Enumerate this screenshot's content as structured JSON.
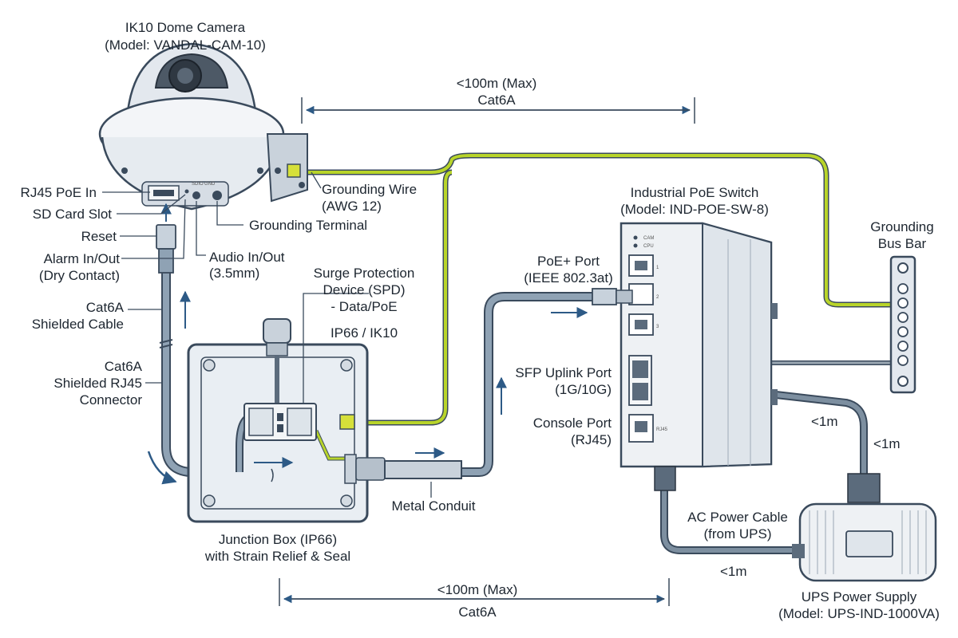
{
  "camera": {
    "title": "IK10 Dome Camera",
    "model": "(Model: VANDAL-CAM-10)",
    "ports": {
      "rj45": "RJ45 PoE In",
      "sd": "SD Card Slot",
      "reset": "Reset",
      "alarm_1": "Alarm In/Out",
      "alarm_2": "(Dry Contact)",
      "audio_1": "Audio In/Out",
      "audio_2": "(3.5mm)",
      "grounding_terminal": "Grounding Terminal"
    },
    "mini_labels": {
      "sd": "SDIO",
      "gnd": "GND"
    }
  },
  "grounding_wire": {
    "line1": "Grounding Wire",
    "line2": "(AWG 12)"
  },
  "top_dimension": {
    "line1": "<100m (Max)",
    "line2": "Cat6A"
  },
  "cable": {
    "line1": "Cat6A",
    "line2": "Shielded Cable",
    "connector_1": "Cat6A",
    "connector_2": "Shielded RJ45",
    "connector_3": "Connector"
  },
  "spd": {
    "line1": "Surge Protection",
    "line2": "Device (SPD)",
    "line3": "- Data/PoE",
    "rating": "IP66 / IK10"
  },
  "junction_box": {
    "line1": "Junction Box (IP66)",
    "line2": "with Strain Relief & Seal"
  },
  "conduit": "Metal Conduit",
  "bottom_dimension": {
    "line1": "<100m (Max)",
    "line2": "Cat6A"
  },
  "switch": {
    "title": "Industrial PoE Switch",
    "model": "(Model: IND-POE-SW-8)",
    "poe_port_1": "PoE+ Port",
    "poe_port_2": "(IEEE 802.3at)",
    "sfp_1": "SFP Uplink Port",
    "sfp_2": "(1G/10G)",
    "console_1": "Console Port",
    "console_2": "(RJ45)",
    "leds": [
      "CAM",
      "CPU"
    ],
    "port_numbers": [
      "1",
      "2",
      "3"
    ],
    "console_mini": "RJ45"
  },
  "bus_bar": {
    "line1": "Grounding",
    "line2": "Bus Bar"
  },
  "distances": {
    "switch_ground": "<1m",
    "ups_right": "<1m",
    "ups_bottom": "<1m"
  },
  "ac_cable": {
    "line1": "AC Power Cable",
    "line2": "(from UPS)"
  },
  "ups": {
    "line1": "UPS Power Supply",
    "line2": "(Model: UPS-IND-1000VA)"
  },
  "colors": {
    "ground_wire": "#b8d42a",
    "cable": "#7d8fa0",
    "outline": "#3a4a5c",
    "box_fill": "#e9eef3",
    "arrow": "#2d5a86"
  }
}
